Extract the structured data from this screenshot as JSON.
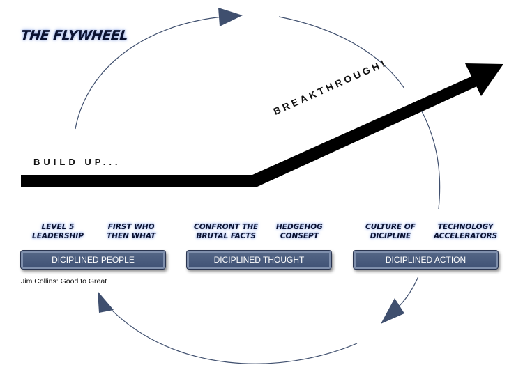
{
  "title": "THE FLYWHEEL",
  "build_up_label": "BUILD UP...",
  "breakthrough_label": "BREAKTHROUGH!",
  "stages": [
    {
      "label": "DICIPLINED PEOPLE",
      "items": [
        {
          "line1": "LEVEL 5",
          "line2": "LEADERSHIP"
        },
        {
          "line1": "FIRST WHO",
          "line2": "THEN WHAT"
        }
      ]
    },
    {
      "label": "DICIPLINED THOUGHT",
      "items": [
        {
          "line1": "CONFRONT THE",
          "line2": "BRUTAL FACTS"
        },
        {
          "line1": "HEDGEHOG",
          "line2": "CONSEPT"
        }
      ]
    },
    {
      "label": "DICIPLINED ACTION",
      "items": [
        {
          "line1": "CULTURE OF",
          "line2": "DICIPLINE"
        },
        {
          "line1": "TECHNOLOGY",
          "line2": "ACCELERATORS"
        }
      ]
    }
  ],
  "credit": "Jim Collins: Good to Great",
  "colors": {
    "box_fill": "#4a5c80",
    "arrow": "#3f4f6e",
    "track": "#000000",
    "glow": "#a8bdf0"
  }
}
